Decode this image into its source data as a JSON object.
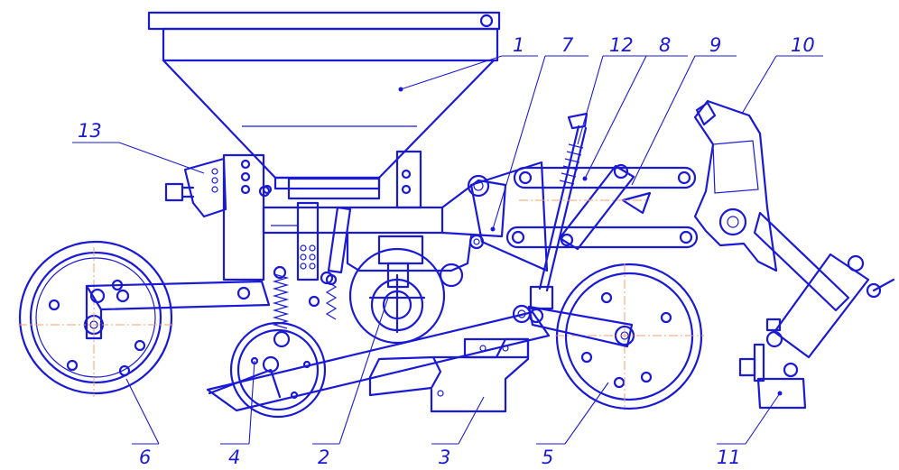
{
  "callouts": {
    "c1": "1",
    "c2": "2",
    "c3": "3",
    "c4": "4",
    "c5": "5",
    "c6": "6",
    "c7": "7",
    "c8": "8",
    "c9": "9",
    "c10": "10",
    "c11": "11",
    "c12": "12",
    "c13": "13"
  },
  "colors": {
    "line": "#1a1ad6",
    "axis": "#f0a070",
    "background": "#ffffff"
  }
}
